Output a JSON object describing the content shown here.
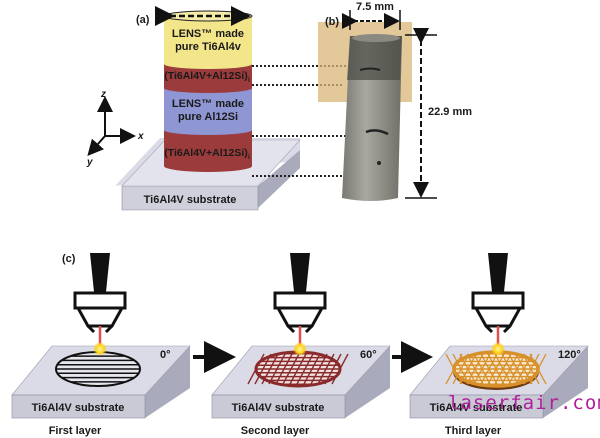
{
  "panels": {
    "a": {
      "label": "(a)",
      "layers": [
        {
          "text_line1": "LENS™ made",
          "text_line2": "pure Ti6Al4v",
          "color": "#f3e58a"
        },
        {
          "text_line1": "(Ti6Al4V+Al12Si)",
          "subscript": "i",
          "color": "#9b3b3b"
        },
        {
          "text_line1": "LENS™ made",
          "text_line2": "pure Al12Si",
          "color": "#8f96d4"
        },
        {
          "text_line1": "(Ti6Al4V+Al12Si)",
          "subscript": "i",
          "color": "#9b3b3b"
        }
      ],
      "substrate_label": "Ti6Al4V substrate",
      "axes": {
        "z": "z",
        "x": "x",
        "y": "y"
      }
    },
    "b": {
      "label": "(b)",
      "width_dim": "7.5 mm",
      "height_dim": "22.9 mm"
    },
    "c": {
      "label": "(c)",
      "steps": [
        {
          "angle": "0°",
          "substrate_label": "Ti6Al4V substrate",
          "caption": "First layer",
          "pattern": "lines"
        },
        {
          "angle": "60°",
          "substrate_label": "Ti6Al4V substrate",
          "caption": "Second layer",
          "pattern": "crosshatch"
        },
        {
          "angle": "120°",
          "substrate_label": "Ti6Al4V substrate",
          "caption": "Third layer",
          "pattern": "triple"
        }
      ]
    }
  },
  "watermark": "laserfair.com",
  "colors": {
    "substrate_top": "#dadbe6",
    "substrate_front": "#c9cad6",
    "substrate_side": "#a9aabb",
    "interlayer": "#9b3b3b",
    "top_layer": "#f3e58a",
    "mid_layer": "#8f96d4",
    "laser": "#e0504a",
    "melt_pool": "#ffd21a",
    "layer2_track": "#8a2a2a",
    "layer3_track": "#d8902a"
  }
}
